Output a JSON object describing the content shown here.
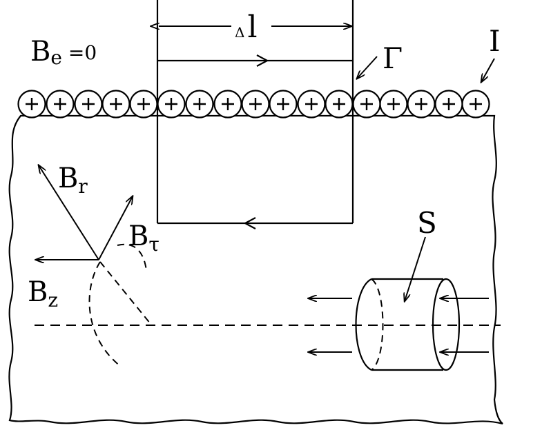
{
  "labels": {
    "be_main": "B",
    "be_sub": "e",
    "be_rest": " =0",
    "delta_l_delta": "Δ",
    "delta_l_l": "l",
    "gamma": "Γ",
    "current": "I",
    "br_main": "B",
    "br_sub": "r",
    "btau_main": "B",
    "btau_sub": "τ",
    "bz_main": "B",
    "bz_sub": "z",
    "surface": "S"
  },
  "icons": {
    "wire": "circle-plus-icon",
    "arrow": "arrowhead-icon"
  },
  "colors": {
    "ink": "#000000",
    "background": "#ffffff"
  }
}
